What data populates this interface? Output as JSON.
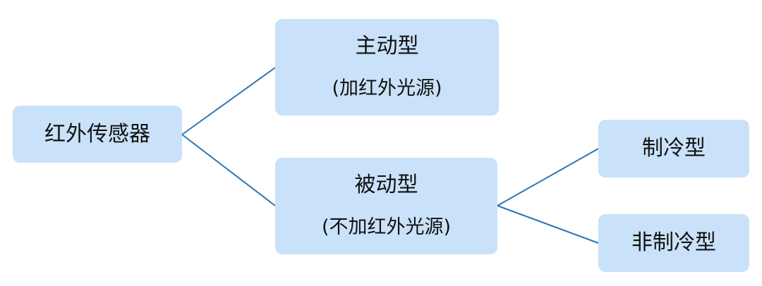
{
  "colors": {
    "node_fill": "#c9e2f9",
    "connector": "#2e75b6",
    "text": "#111111"
  },
  "root": {
    "label": "红外传感器"
  },
  "active": {
    "label": "主动型",
    "sub": "(加红外光源)"
  },
  "passive": {
    "label": "被动型",
    "sub": "(不加红外光源)"
  },
  "cooled": {
    "label": "制冷型"
  },
  "uncooled": {
    "label": "非制冷型"
  }
}
